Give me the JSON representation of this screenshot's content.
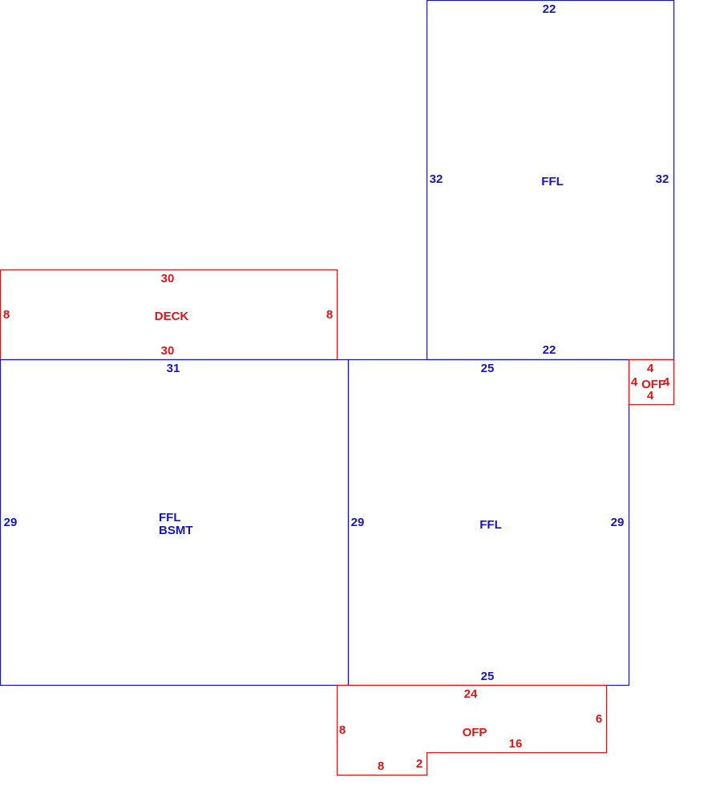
{
  "colors": {
    "living": "#1414c8",
    "accessory": "#e01414",
    "background": "#ffffff"
  },
  "areas": [
    {
      "id": "ffl-upper",
      "kind": "living",
      "label_lines": [
        "FFL"
      ],
      "dimensions": {
        "top": "22",
        "bottom": "22",
        "left": "32",
        "right": "32"
      }
    },
    {
      "id": "deck",
      "kind": "accessory",
      "label_lines": [
        "DECK"
      ],
      "dimensions": {
        "top": "30",
        "bottom": "30",
        "left": "8",
        "right": "8"
      }
    },
    {
      "id": "ffl-bsmt",
      "kind": "living",
      "label_lines": [
        "FFL",
        "BSMT"
      ],
      "dimensions": {
        "top": "31",
        "left": "29"
      }
    },
    {
      "id": "ffl-main",
      "kind": "living",
      "label_lines": [
        "FFL"
      ],
      "dimensions": {
        "top": "25",
        "bottom": "25",
        "left": "29",
        "right": "29"
      }
    },
    {
      "id": "off-small",
      "kind": "accessory",
      "label_lines": [
        "OFF"
      ],
      "dimensions": {
        "top": "4",
        "bottom": "4",
        "left": "4",
        "right": "4"
      }
    },
    {
      "id": "ofp",
      "kind": "accessory",
      "label_lines": [
        "OFP"
      ],
      "dimensions": {
        "top": "24",
        "right": "6",
        "step": "16",
        "notch": "2",
        "bottom": "8",
        "left": "8"
      }
    }
  ]
}
